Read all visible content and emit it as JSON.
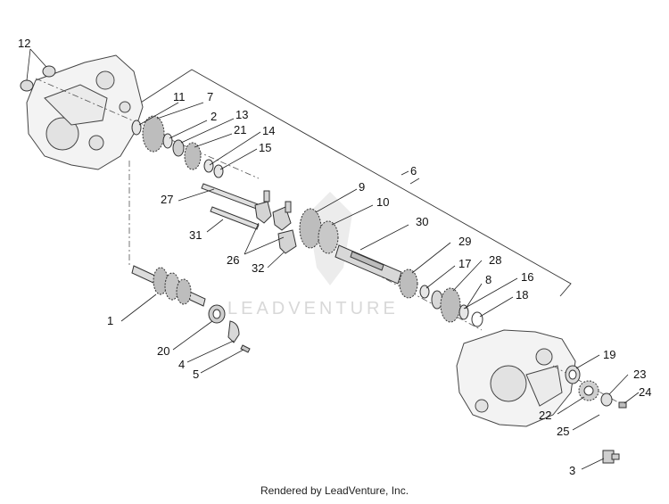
{
  "diagram": {
    "watermark": "LEADVENTURE",
    "footer": "Rendered by LeadVenture, Inc.",
    "callouts": {
      "c1": "1",
      "c2": "2",
      "c3": "3",
      "c4": "4",
      "c5": "5",
      "c6": "6",
      "c7": "7",
      "c8": "8",
      "c9": "9",
      "c10": "10",
      "c11": "11",
      "c12": "12",
      "c13": "13",
      "c14": "14",
      "c15": "15",
      "c16": "16",
      "c17": "17",
      "c18": "18",
      "c19": "19",
      "c20": "20",
      "c21": "21",
      "c22": "22",
      "c23": "23",
      "c24": "24",
      "c25": "25",
      "c26": "26",
      "c27": "27",
      "c28": "28",
      "c29": "29",
      "c30": "30",
      "c31": "31",
      "c32": "32"
    }
  }
}
